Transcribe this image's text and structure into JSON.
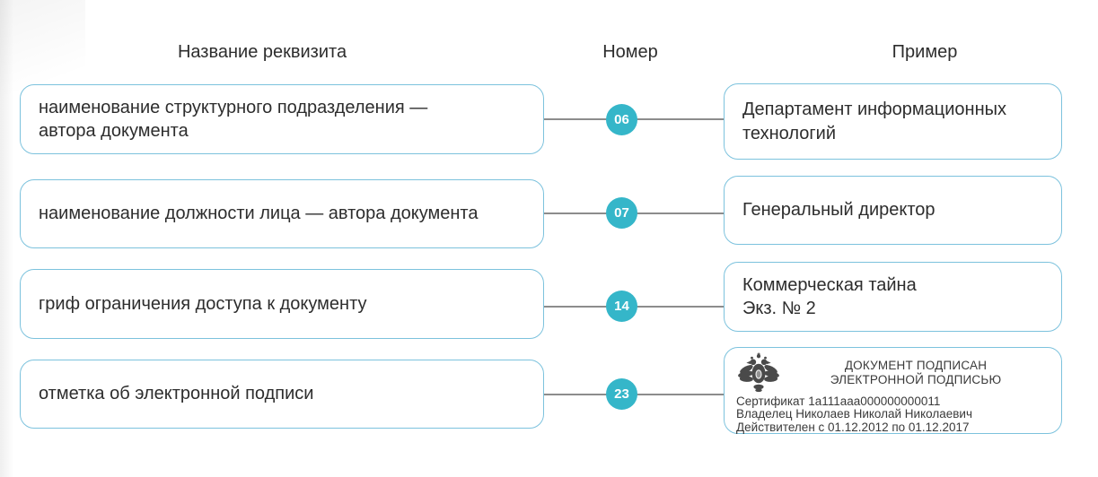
{
  "headers": {
    "name": "Название реквизита",
    "number": "Номер",
    "example": "Пример"
  },
  "rows": [
    {
      "name": "наименование структурного подразделения —\nавтора документа",
      "number": "06",
      "example": "Департамент информационных\nтехнологий"
    },
    {
      "name": "наименование должности лица — автора документа",
      "number": "07",
      "example": "Генеральный директор"
    },
    {
      "name": "гриф ограничения доступа к документу",
      "number": "14",
      "example": "Коммерческая тайна\nЭкз. № 2"
    },
    {
      "name": "отметка об электронной подписи",
      "number": "23"
    }
  ],
  "stamp": {
    "title_line1": "ДОКУМЕНТ ПОДПИСАН",
    "title_line2": "ЭЛЕКТРОННОЙ ПОДПИСЬЮ",
    "certificate": "Сертификат 1а111ааа000000000011",
    "owner": "Владелец Николаев Николай Николаевич",
    "validity": "Действителен с 01.12.2012 по 01.12.2017",
    "icon": "russian-coat-of-arms"
  },
  "colors": {
    "accent_badge": "#35b6c9",
    "box_border": "#7cc2dd",
    "connector": "#8c8c8c",
    "text": "#2d2d2d"
  }
}
